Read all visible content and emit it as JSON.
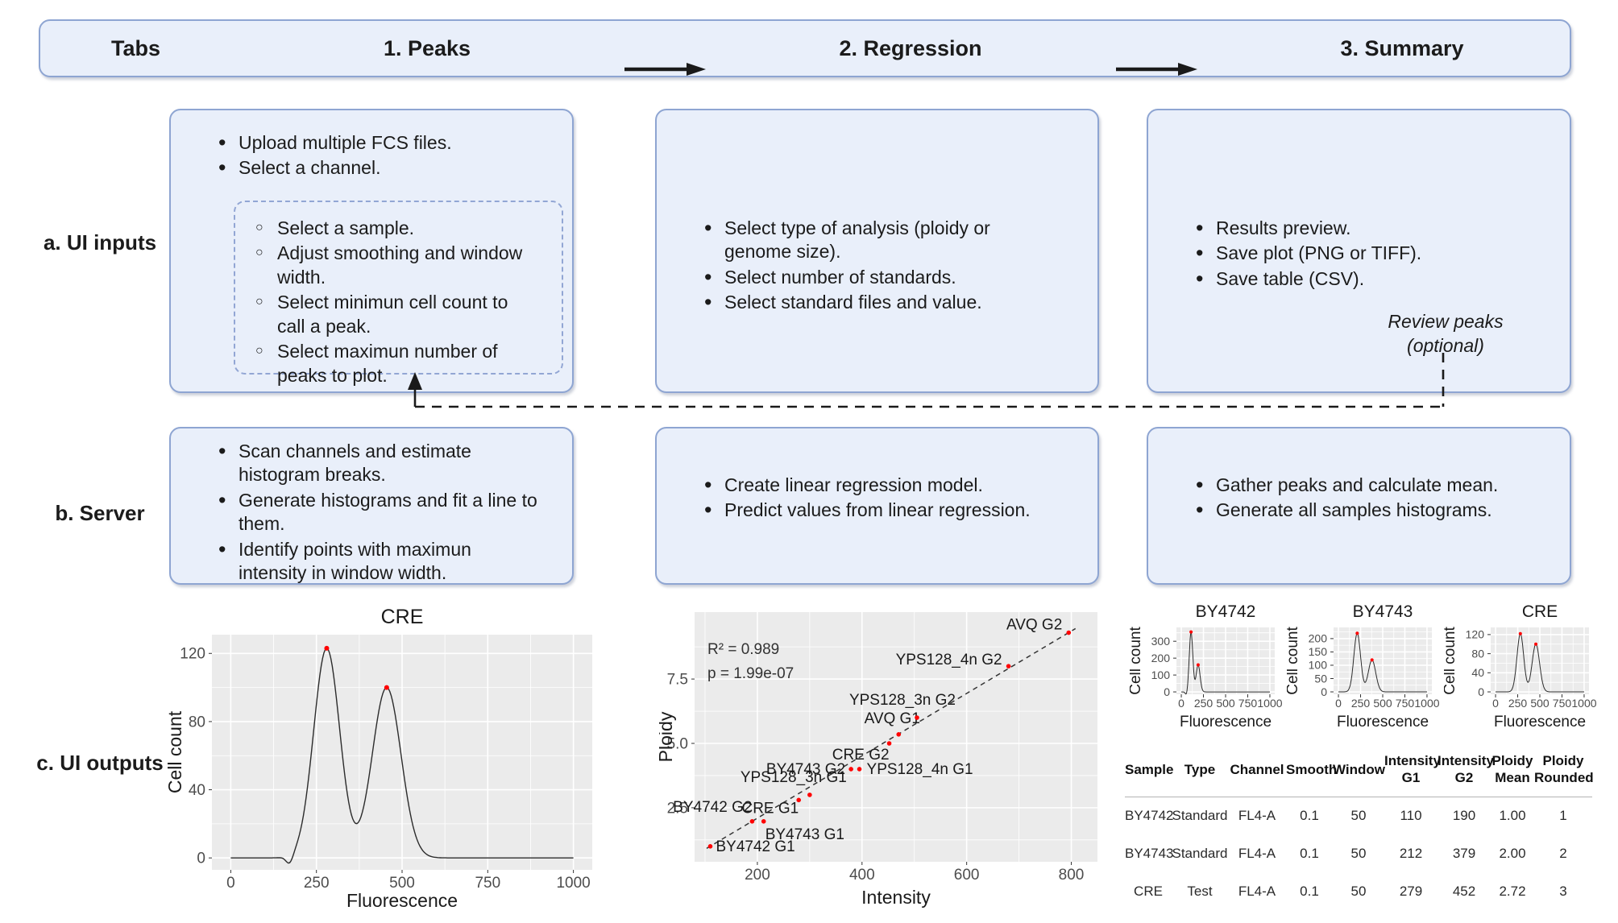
{
  "colors": {
    "card_fill": "#e9effa",
    "card_border": "#8ea5d2",
    "dashed_inner_border": "#92a6d4",
    "panel_bg": "#ebebeb",
    "grid_line": "#ffffff",
    "curve_line": "#2b2b2b",
    "peak_dot_red": "#ff0000",
    "connector_black": "#1a1a1a",
    "tick_text": "#4d4d4d"
  },
  "header": {
    "tabs_label": "Tabs",
    "steps": [
      {
        "label": "1. Peaks"
      },
      {
        "label": "2. Regression"
      },
      {
        "label": "3. Summary"
      }
    ]
  },
  "row_labels": {
    "inputs": "a. UI inputs",
    "server": "b. Server",
    "outputs": "c. UI outputs"
  },
  "ui_inputs": {
    "peaks": {
      "bullets": [
        "Upload multiple FCS files.",
        "Select a channel."
      ],
      "sub_bullets": [
        "Select a sample.",
        "Adjust smoothing and window\nwidth.",
        "Select minimun cell count to\ncall a peak.",
        "Select maximun number of\npeaks to plot."
      ]
    },
    "regression": {
      "bullets": [
        "Select type of analysis (ploidy or\ngenome size).",
        "Select number of standards.",
        "Select standard files and value."
      ]
    },
    "summary": {
      "bullets": [
        "Results preview.",
        "Save plot (PNG or TIFF).",
        "Save table (CSV)."
      ],
      "review_note": "Review peaks\n(optional)"
    }
  },
  "server": {
    "peaks": {
      "bullets": [
        "Scan channels and estimate\nhistogram breaks.",
        "Generate histograms and fit a line to\nthem.",
        "Identify points with maximun\nintensity in window width."
      ]
    },
    "regression": {
      "bullets": [
        "Create linear regression model.",
        "Predict values from linear regression."
      ]
    },
    "summary": {
      "bullets": [
        "Gather peaks and calculate mean.",
        "Generate all samples histograms."
      ]
    }
  },
  "chart_data": [
    {
      "id": "cre-main",
      "type": "line",
      "title": "CRE",
      "xlabel": "Fluorescence",
      "ylabel": "Cell count",
      "xrange": [
        -55,
        1055
      ],
      "yrange": [
        -7,
        131
      ],
      "xticks": [
        0,
        250,
        500,
        750,
        1000
      ],
      "xtick_labels": [
        "0",
        "250",
        "500",
        "750",
        "1000"
      ],
      "yticks": [
        0,
        40,
        80,
        120
      ],
      "ytick_labels": [
        "0",
        "40",
        "80",
        "120"
      ],
      "grid": true,
      "legend": "none",
      "curve_span": [
        0,
        1000
      ],
      "curve_gaussians": [
        {
          "center": 280,
          "amp": 123,
          "sigma": 38
        },
        {
          "center": 455,
          "amp": 100,
          "sigma": 42
        },
        {
          "center": 172,
          "amp": -5,
          "sigma": 10
        }
      ],
      "peak_markers": [
        {
          "x": 280,
          "y": 123
        },
        {
          "x": 455,
          "y": 100
        }
      ]
    },
    {
      "id": "regression",
      "type": "scatter",
      "xlabel": "Intensity",
      "ylabel": "Ploidy",
      "xrange": [
        80,
        850
      ],
      "yrange": [
        0.4,
        10.1
      ],
      "xticks": [
        200,
        400,
        600,
        800
      ],
      "xtick_labels": [
        "200",
        "400",
        "600",
        "800"
      ],
      "yticks": [
        2.5,
        5.0,
        7.5
      ],
      "ytick_labels": [
        "2.5",
        "5.0",
        "7.5"
      ],
      "grid": true,
      "legend": "none",
      "annotations": [
        "R² = 0.989",
        "p = 1.99e-07"
      ],
      "fit_line": {
        "x1": 103,
        "y1": 0.92,
        "x2": 808,
        "y2": 9.46,
        "style": "dashed"
      },
      "points": [
        {
          "label": "BY4742 G1",
          "x": 110,
          "y": 1.0,
          "anchor": "start",
          "dx": 7,
          "dy": 6
        },
        {
          "label": "BY4742 G2",
          "x": 190,
          "y": 1.97,
          "anchor": "end",
          "dx": 0,
          "dy": -12
        },
        {
          "label": "BY4743 G1",
          "x": 212,
          "y": 1.97,
          "anchor": "start",
          "dx": 2,
          "dy": 22
        },
        {
          "label": "CRE G1",
          "x": 279,
          "y": 2.8,
          "anchor": "end",
          "dx": 0,
          "dy": 16
        },
        {
          "label": "YPS128_3n G1",
          "x": 300,
          "y": 3.0,
          "anchor": "middle",
          "dx": -20,
          "dy": -16
        },
        {
          "label": "BY4743 G2",
          "x": 379,
          "y": 4.0,
          "anchor": "end",
          "dx": -7,
          "dy": 6
        },
        {
          "label": "YPS128_4n G1",
          "x": 395,
          "y": 4.0,
          "anchor": "start",
          "dx": 9,
          "dy": 6
        },
        {
          "label": "CRE G2",
          "x": 452,
          "y": 5.0,
          "anchor": "end",
          "dx": 0,
          "dy": 20
        },
        {
          "label": "AVQ G1",
          "x": 470,
          "y": 5.35,
          "anchor": "middle",
          "dx": -8,
          "dy": -14
        },
        {
          "label": "YPS128_3n G2",
          "x": 505,
          "y": 6.0,
          "anchor": "middle",
          "dx": -18,
          "dy": -16
        },
        {
          "label": "YPS128_4n G2",
          "x": 680,
          "y": 8.0,
          "anchor": "end",
          "dx": -8,
          "dy": -2
        },
        {
          "label": "AVQ G2",
          "x": 795,
          "y": 9.3,
          "anchor": "end",
          "dx": -8,
          "dy": -4
        }
      ]
    },
    {
      "id": "hist-by4742",
      "type": "line",
      "title": "BY4742",
      "xlabel": "Fluorescence",
      "ylabel": "Cell count",
      "xrange": [
        -55,
        1055
      ],
      "yrange": [
        -14,
        382
      ],
      "xticks": [
        0,
        250,
        500,
        750,
        1000
      ],
      "xtick_labels": [
        "0",
        "250",
        "500",
        "750",
        "1000"
      ],
      "yticks": [
        0,
        100,
        200,
        300
      ],
      "ytick_labels": [
        "0",
        "100",
        "200",
        "300"
      ],
      "grid": true,
      "legend": "none",
      "curve_span": [
        0,
        1000
      ],
      "curve_gaussians": [
        {
          "center": 110,
          "amp": 355,
          "sigma": 20
        },
        {
          "center": 190,
          "amp": 160,
          "sigma": 22
        },
        {
          "center": 58,
          "amp": -20,
          "sigma": 12
        }
      ],
      "peak_markers": [
        {
          "x": 110,
          "y": 355
        },
        {
          "x": 190,
          "y": 160
        }
      ]
    },
    {
      "id": "hist-by4743",
      "type": "line",
      "title": "BY4743",
      "xlabel": "Fluorescence",
      "ylabel": "Cell count",
      "xrange": [
        -55,
        1055
      ],
      "yrange": [
        -9,
        242
      ],
      "xticks": [
        0,
        250,
        500,
        750,
        1000
      ],
      "xtick_labels": [
        "0",
        "250",
        "500",
        "750",
        "1000"
      ],
      "yticks": [
        0,
        50,
        100,
        150,
        200
      ],
      "ytick_labels": [
        "0",
        "50",
        "100",
        "150",
        "200"
      ],
      "grid": true,
      "legend": "none",
      "curve_span": [
        0,
        1000
      ],
      "curve_gaussians": [
        {
          "center": 212,
          "amp": 220,
          "sigma": 38
        },
        {
          "center": 379,
          "amp": 120,
          "sigma": 42
        }
      ],
      "peak_markers": [
        {
          "x": 212,
          "y": 220
        },
        {
          "x": 379,
          "y": 120
        }
      ]
    },
    {
      "id": "hist-cre",
      "type": "line",
      "title": "CRE",
      "xlabel": "Fluorescence",
      "ylabel": "Cell count",
      "xrange": [
        -55,
        1055
      ],
      "yrange": [
        -5,
        135
      ],
      "xticks": [
        0,
        250,
        500,
        750,
        1000
      ],
      "xtick_labels": [
        "0",
        "250",
        "500",
        "750",
        "1000"
      ],
      "yticks": [
        0,
        40,
        80,
        120
      ],
      "ytick_labels": [
        "0",
        "40",
        "80",
        "120"
      ],
      "grid": true,
      "legend": "none",
      "curve_span": [
        0,
        1000
      ],
      "curve_gaussians": [
        {
          "center": 280,
          "amp": 122,
          "sigma": 38
        },
        {
          "center": 455,
          "amp": 100,
          "sigma": 42
        }
      ],
      "peak_markers": [
        {
          "x": 280,
          "y": 122
        },
        {
          "x": 455,
          "y": 100
        }
      ]
    }
  ],
  "summary_table": {
    "headers": [
      "Sample",
      "Type",
      "Channel",
      "Smooth",
      "Window",
      "Intensity\nG1",
      "Intensity\nG2",
      "Ploidy\nMean",
      "Ploidy\nRounded"
    ],
    "rows": [
      [
        "BY4742",
        "Standard",
        "FL4-A",
        "0.1",
        "50",
        "110",
        "190",
        "1.00",
        "1"
      ],
      [
        "BY4743",
        "Standard",
        "FL4-A",
        "0.1",
        "50",
        "212",
        "379",
        "2.00",
        "2"
      ],
      [
        "CRE",
        "Test",
        "FL4-A",
        "0.1",
        "50",
        "279",
        "452",
        "2.72",
        "3"
      ]
    ]
  }
}
